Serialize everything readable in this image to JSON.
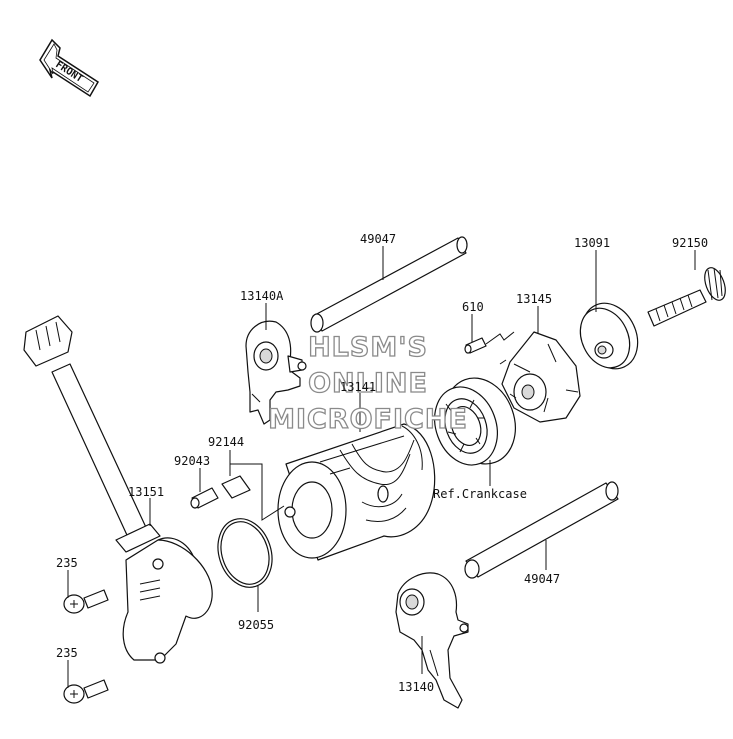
{
  "front_badge": {
    "text": "FRONT"
  },
  "watermark": {
    "lines": [
      "HLSM'S",
      "ONLINE",
      "MICROFICHE"
    ]
  },
  "labels": {
    "p49047_top": "49047",
    "p92150": "92150",
    "p13091": "13091",
    "p13140A": "13140A",
    "p610": "610",
    "p13145": "13145",
    "p13141": "13141",
    "p92144": "92144",
    "p92043": "92043",
    "p13151": "13151",
    "p235_top": "235",
    "p235_bottom": "235",
    "p92055": "92055",
    "ref_crankcase": "Ref.Crankcase",
    "p49047_bottom": "49047",
    "p13140": "13140"
  },
  "colors": {
    "line": "#111111",
    "shade": "#d9d9d9",
    "watermark_stroke": "#8a8a8a"
  }
}
